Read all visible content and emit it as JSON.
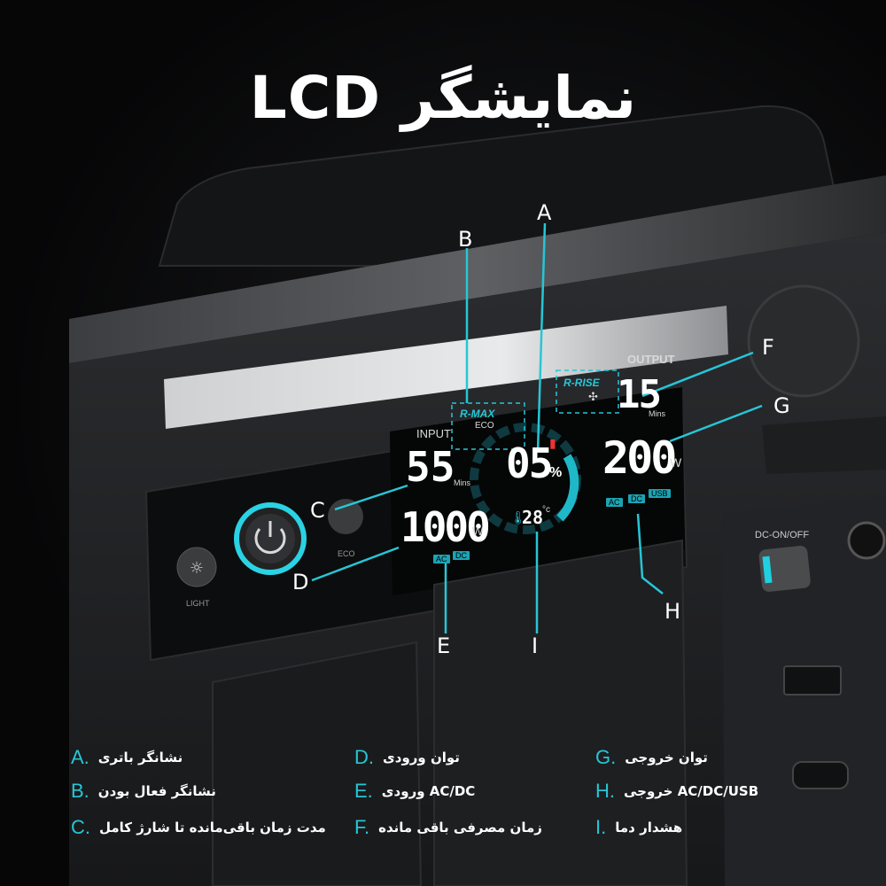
{
  "title": "نمایشگر LCD",
  "accent_color": "#27c6d6",
  "callouts": [
    "A",
    "B",
    "C",
    "D",
    "E",
    "F",
    "G",
    "H",
    "I"
  ],
  "display": {
    "input_label": "INPUT",
    "output_label": "OUTPUT",
    "rmax": "R-MAX",
    "eco_mode": "ECO",
    "rrise": "R-RISE",
    "input_time": "55",
    "input_time_unit": "Mins",
    "input_power": "1000",
    "input_power_unit": "W",
    "input_tags": [
      "AC",
      "DC"
    ],
    "battery": "05",
    "battery_unit": "%",
    "temperature": "28",
    "temperature_unit": "°c",
    "output_time": "15",
    "output_time_unit": "Mins",
    "output_power": "200",
    "output_power_unit": "W",
    "output_tags": [
      "AC",
      "DC",
      "USB"
    ]
  },
  "buttons": {
    "light": "LIGHT",
    "eco": "ECO",
    "dc_on_off": "DC-ON/OFF"
  },
  "legend": [
    {
      "key": "A.",
      "text": "نشانگر باتری"
    },
    {
      "key": "B.",
      "text": "نشانگر فعال بودن"
    },
    {
      "key": "C.",
      "text": "مدت زمان باقی‌مانده تا شارژ کامل"
    },
    {
      "key": "D.",
      "text": "توان ورودی"
    },
    {
      "key": "E.",
      "text": "AC/DC ورودی"
    },
    {
      "key": "F.",
      "text": "زمان مصرفی باقی مانده"
    },
    {
      "key": "G.",
      "text": "توان خروجی"
    },
    {
      "key": "H.",
      "text": "AC/DC/USB خروجی"
    },
    {
      "key": "I.",
      "text": "هشدار دما"
    }
  ]
}
